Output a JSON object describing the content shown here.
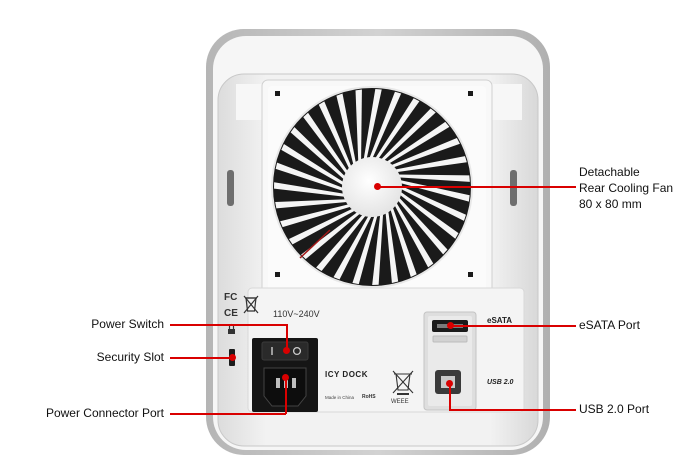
{
  "device": {
    "brand_logo": "ICY DOCK",
    "voltage": "110V~240V",
    "made_in": "Made in China",
    "rohs": "RoHS",
    "weee": "WEEE",
    "esata_port_label": "eSATA",
    "usb_port_label": "USB 2.0",
    "fcc_mark": "FC",
    "ce_mark": "CE"
  },
  "callouts": {
    "fan": {
      "line1": "Detachable",
      "line2": "Rear Cooling Fan",
      "line3": "80 x 80 mm"
    },
    "esata": "eSATA Port",
    "usb": "USB 2.0 Port",
    "power_switch": "Power Switch",
    "security_slot": "Security Slot",
    "power_connector": "Power Connector Port"
  },
  "colors": {
    "callout_accent": "#d90000",
    "device_body": "#eeeeee",
    "device_frame": "#bdbdbd",
    "fan_blades_background": "#1a1a1a"
  }
}
